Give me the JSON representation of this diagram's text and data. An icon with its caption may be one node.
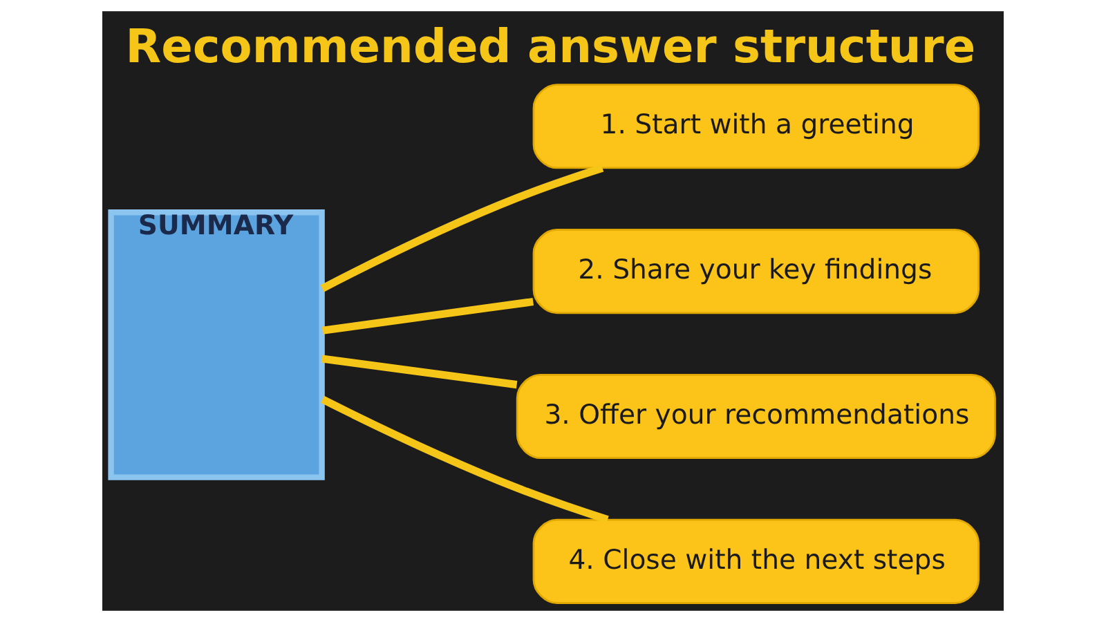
{
  "diagram": {
    "title": "Recommended answer structure",
    "nodes": [
      {
        "text": [
          "SUMMARY"
        ]
      },
      {
        "text": [
          "1. Start with a greeting"
        ]
      },
      {
        "text": [
          "2. Share your key findings"
        ]
      },
      {
        "text": [
          "3. Offer your recommendations"
        ]
      },
      {
        "text": [
          "4. Close with the next steps"
        ]
      }
    ],
    "edges": [
      {
        "from": 1,
        "to": 0,
        "arrow": "none"
      },
      {
        "from": 2,
        "to": 0,
        "arrow": "none"
      },
      {
        "from": 3,
        "to": 0,
        "arrow": "none"
      },
      {
        "from": 4,
        "to": 0,
        "arrow": "none"
      }
    ]
  }
}
